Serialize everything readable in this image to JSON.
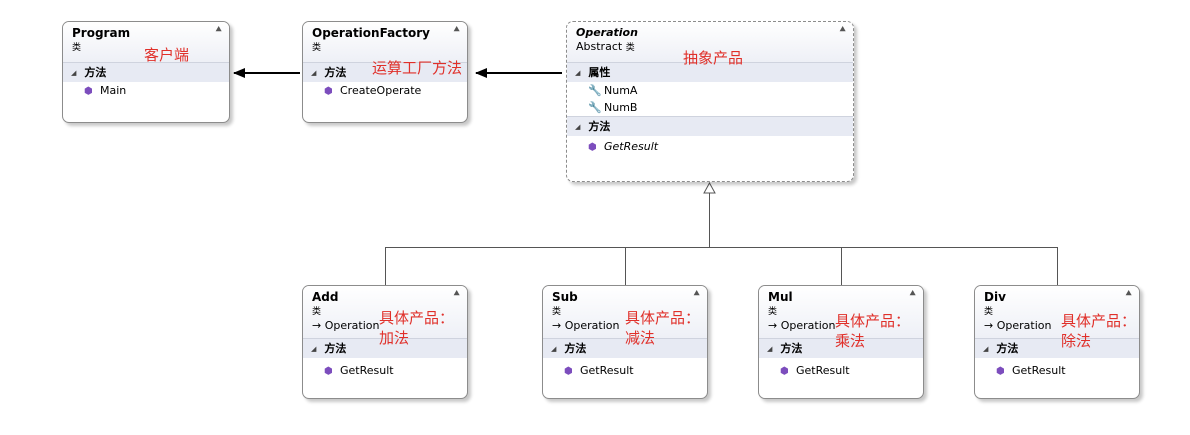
{
  "diagram": {
    "classes": [
      {
        "id": "program",
        "name": "Program",
        "stereo_icon": "类",
        "section": "方法",
        "members": [
          "Main"
        ],
        "annotation": [
          "客户端"
        ]
      },
      {
        "id": "factory",
        "name": "OperationFactory",
        "stereo_icon": "类",
        "section": "方法",
        "members": [
          "CreateOperate"
        ],
        "annotation": [
          "运算工厂方法"
        ]
      },
      {
        "id": "operation",
        "name": "Operation",
        "stereo": "Abstract",
        "stereo_icon": "类",
        "section_props": "属性",
        "props": [
          "NumA",
          "NumB"
        ],
        "section": "方法",
        "members": [
          "GetResult"
        ],
        "annotation": [
          "抽象产品"
        ]
      },
      {
        "id": "add",
        "name": "Add",
        "stereo_icon": "类",
        "inherits": "Operation",
        "section": "方法",
        "members": [
          "GetResult"
        ],
        "annotation": [
          "具体产品：",
          "加法"
        ]
      },
      {
        "id": "sub",
        "name": "Sub",
        "stereo_icon": "类",
        "inherits": "Operation",
        "section": "方法",
        "members": [
          "GetResult"
        ],
        "annotation": [
          "具体产品：",
          "减法"
        ]
      },
      {
        "id": "mul",
        "name": "Mul",
        "stereo_icon": "类",
        "inherits": "Operation",
        "section": "方法",
        "members": [
          "GetResult"
        ],
        "annotation": [
          "具体产品：",
          "乘法"
        ]
      },
      {
        "id": "div",
        "name": "Div",
        "stereo_icon": "类",
        "inherits": "Operation",
        "section": "方法",
        "members": [
          "GetResult"
        ],
        "annotation": [
          "具体产品：",
          "除法"
        ]
      }
    ],
    "icons": {
      "collapse": "double-chevron-up-icon",
      "method": "method-cube-icon",
      "property": "wrench-icon",
      "inherit": "arrow-right-icon"
    },
    "colors": {
      "annotation": "#e0302a",
      "section_bg": "#e7eaf3",
      "border": "#8c8c8c",
      "method_icon": "#7c4dbd"
    }
  }
}
